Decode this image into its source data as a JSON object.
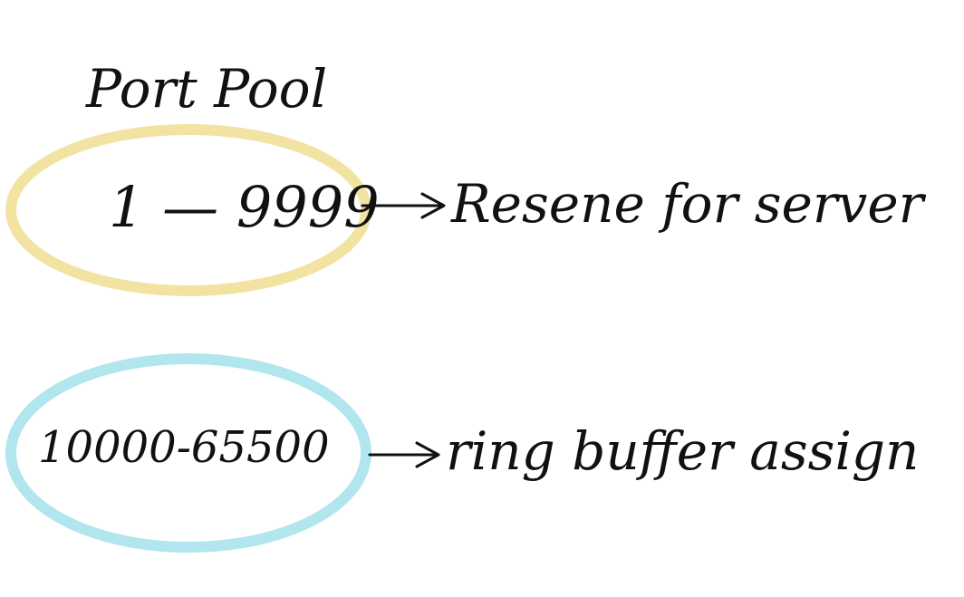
{
  "title": "Port Pool",
  "pools": [
    {
      "range": "1 — 9999",
      "purpose": "Resene for server",
      "ring_color": "#f3e3a2"
    },
    {
      "range": "10000-65500",
      "purpose": "ring buffer assign",
      "ring_color": "#b1e6ee"
    }
  ],
  "ink_color": "#111111"
}
